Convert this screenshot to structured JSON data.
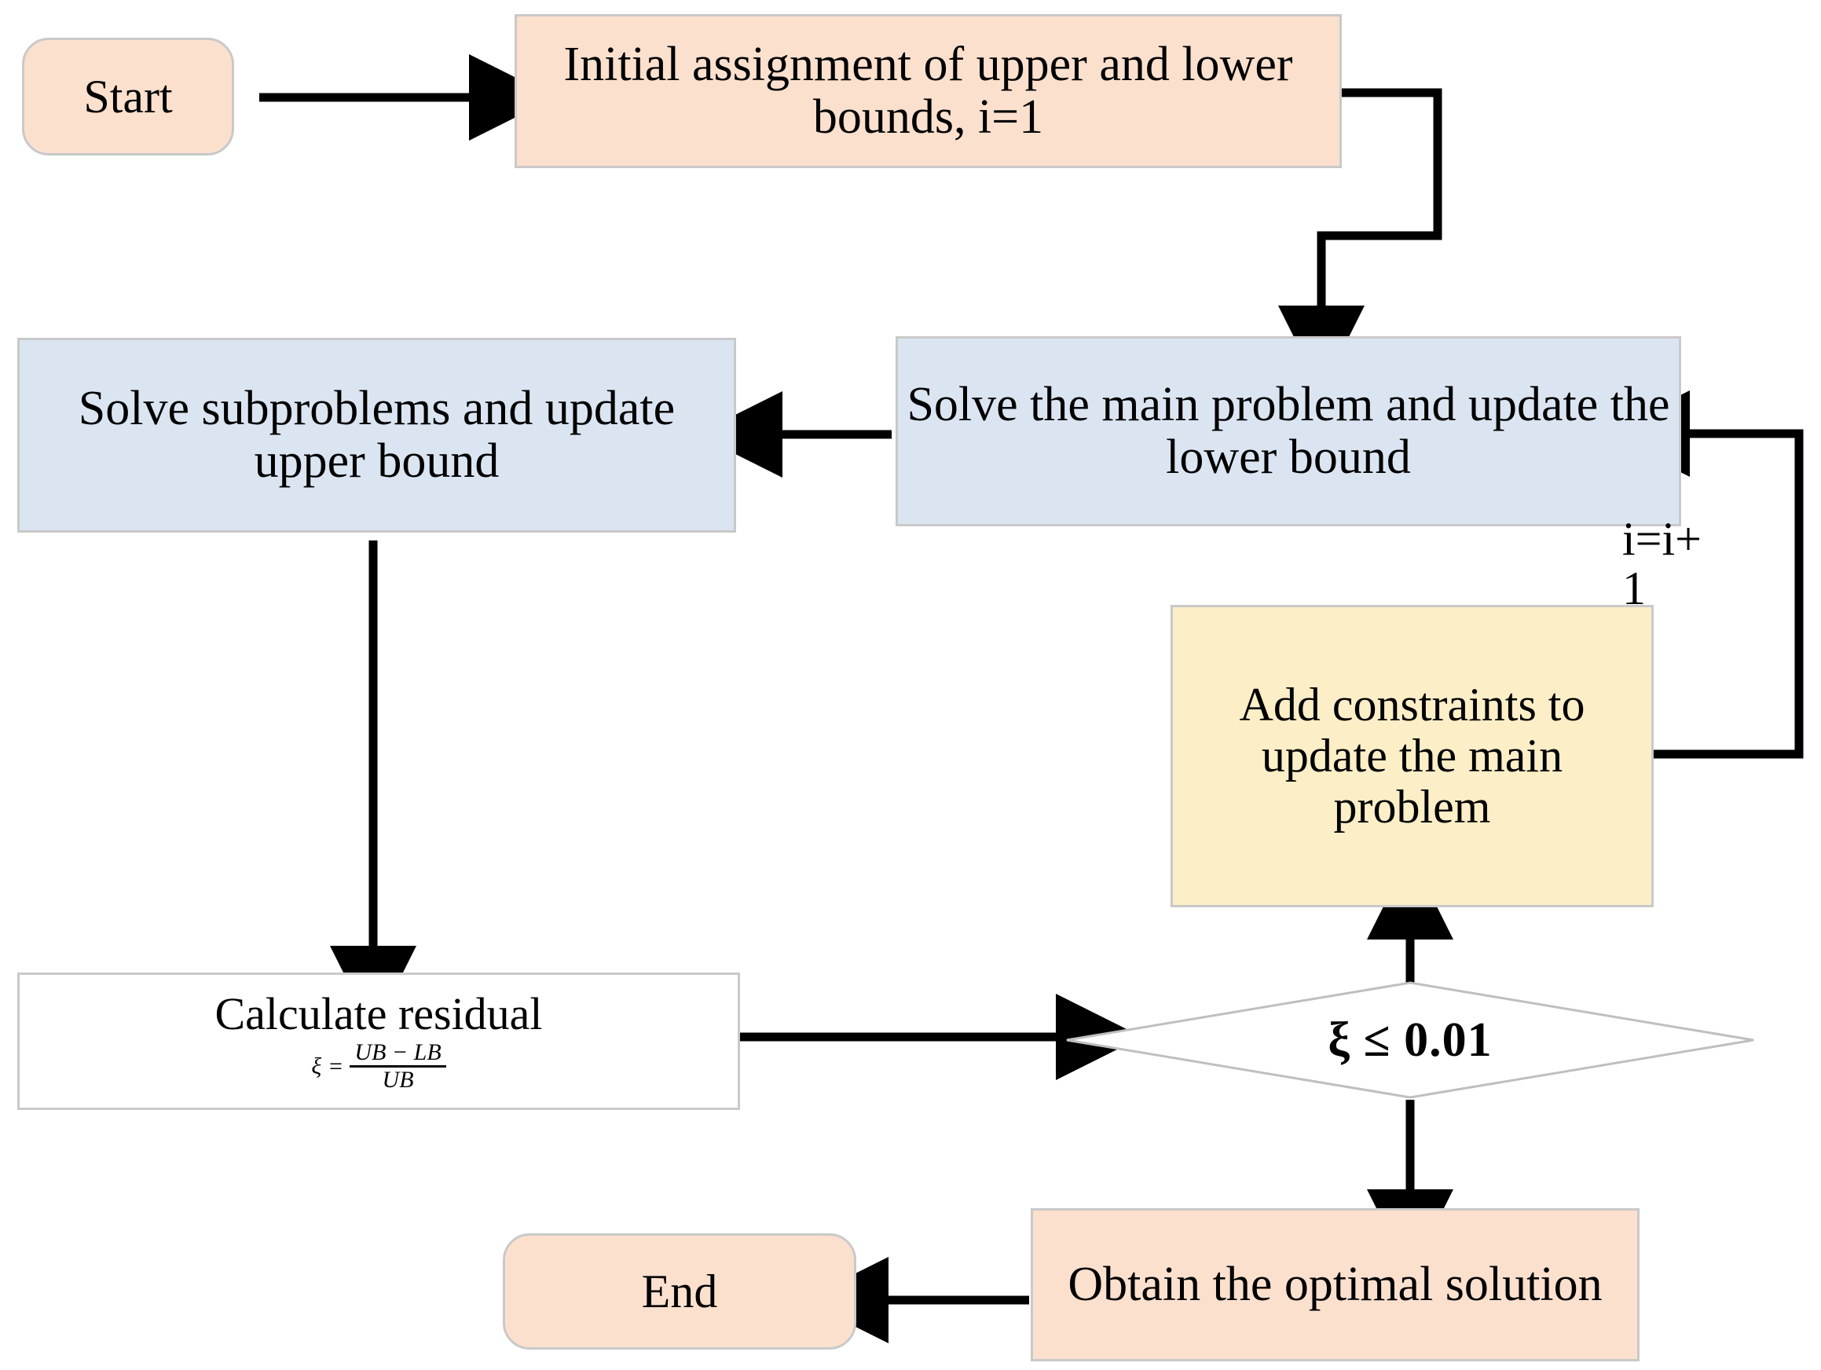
{
  "diagram": {
    "title": "Benders decomposition algorithm flowchart",
    "colors": {
      "peach": "#fce0ce",
      "blue": "#dbe5f2",
      "yellow": "#fceec7",
      "white": "#ffffff",
      "border": "#c9c9c9",
      "edge": "#000000",
      "diamond_border": "#bfbfbf"
    }
  },
  "nodes": {
    "start": {
      "label": "Start",
      "shape": "rounded-rectangle",
      "fill": "#fce0ce"
    },
    "init": {
      "label": "Initial assignment of upper and lower bounds, i=1",
      "shape": "rectangle",
      "fill": "#fce0ce"
    },
    "main_problem": {
      "label": "Solve the main problem and update the lower bound",
      "shape": "rectangle",
      "fill": "#dbe5f2"
    },
    "subproblems": {
      "label": "Solve subproblems and update upper bound",
      "shape": "rectangle",
      "fill": "#dbe5f2"
    },
    "add_constraints": {
      "label": "Add constraints to update the main problem",
      "shape": "rectangle",
      "fill": "#fceec7"
    },
    "residual": {
      "label": "Calculate residual",
      "shape": "rectangle",
      "fill": "#ffffff",
      "formula": {
        "lhs": "ξ",
        "equals": "=",
        "numerator": "UB − LB",
        "denominator": "UB"
      }
    },
    "decision": {
      "label": "ξ ≤ 0.01",
      "shape": "diamond",
      "fill": "#ffffff"
    },
    "optimal": {
      "label": "Obtain the optimal solution",
      "shape": "rectangle",
      "fill": "#fce0ce"
    },
    "end": {
      "label": "End",
      "shape": "rounded-rectangle",
      "fill": "#fce0ce"
    }
  },
  "edge_labels": {
    "iteration_counter_line1": "i=i+",
    "iteration_counter_line2": "1"
  },
  "edges": [
    {
      "from": "start",
      "to": "init",
      "label": ""
    },
    {
      "from": "init",
      "to": "main_problem",
      "label": ""
    },
    {
      "from": "main_problem",
      "to": "subproblems",
      "label": ""
    },
    {
      "from": "subproblems",
      "to": "residual",
      "label": ""
    },
    {
      "from": "residual",
      "to": "decision",
      "label": ""
    },
    {
      "from": "decision",
      "to": "add_constraints",
      "label": ""
    },
    {
      "from": "add_constraints",
      "to": "main_problem",
      "label": "i=i+1"
    },
    {
      "from": "decision",
      "to": "optimal",
      "label": ""
    },
    {
      "from": "optimal",
      "to": "end",
      "label": ""
    }
  ]
}
